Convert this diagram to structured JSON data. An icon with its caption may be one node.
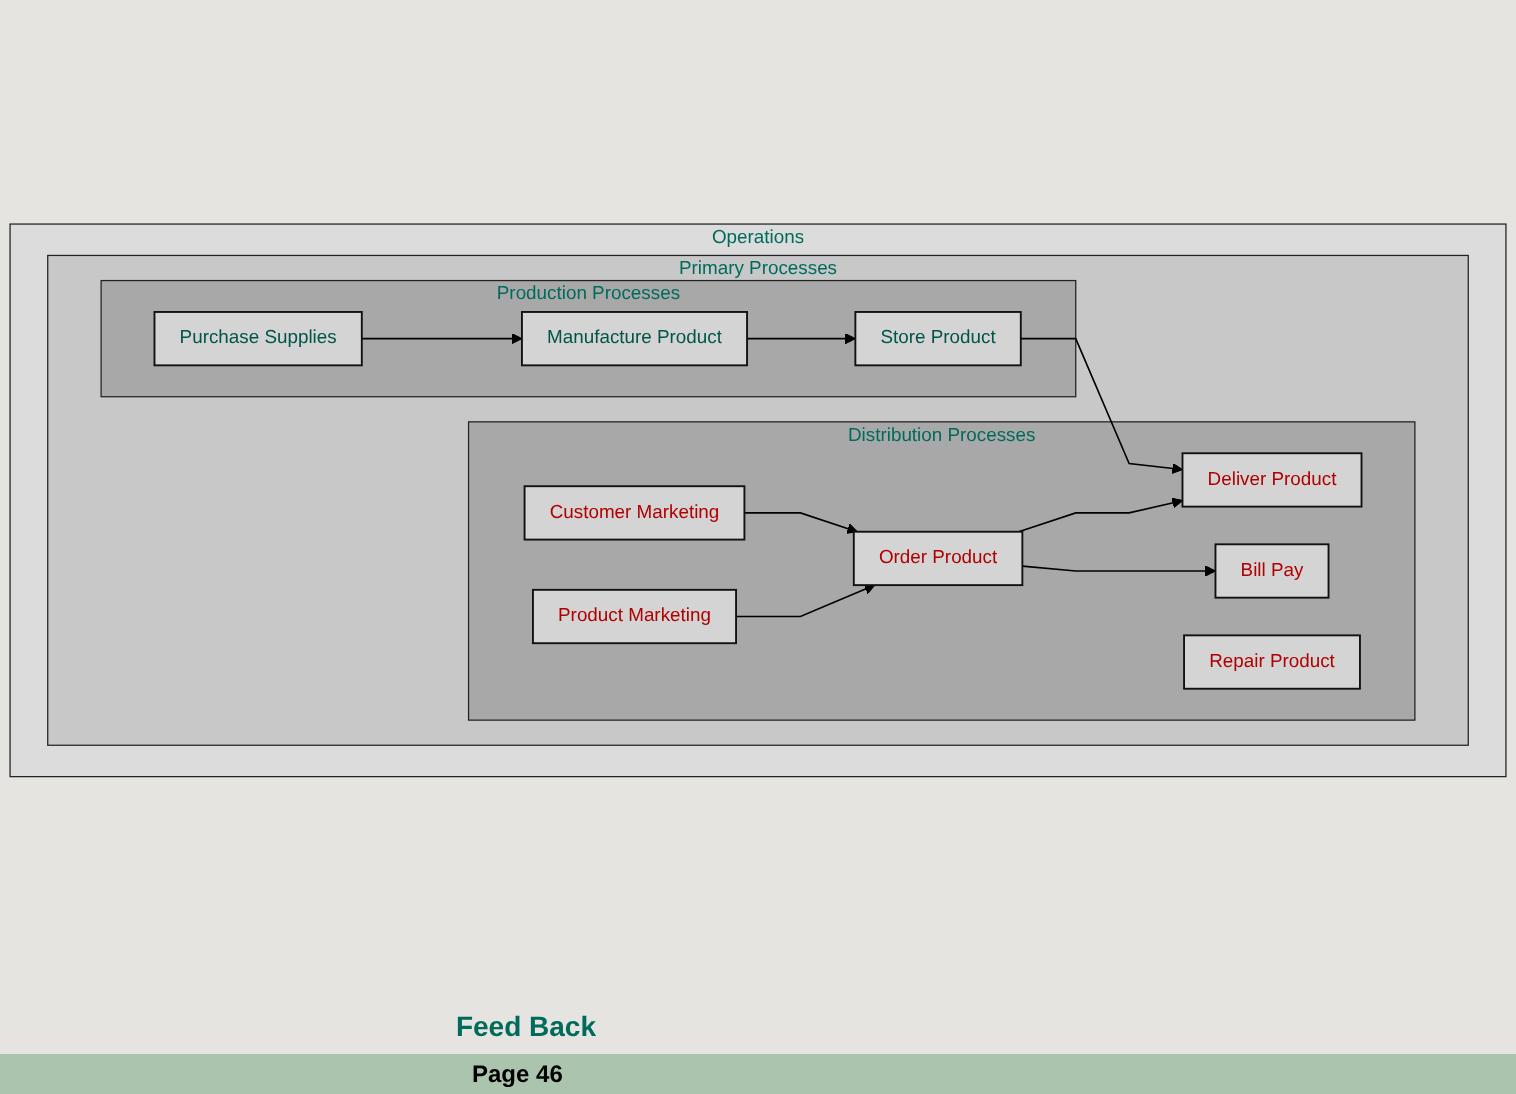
{
  "diagram": {
    "nodes": [
      {
        "text": [
          "Operations"
        ]
      },
      {
        "text": [
          "Primary Processes"
        ],
        "in": 0
      },
      {
        "text": [
          "Production Processes"
        ],
        "in": 1
      },
      {
        "text": [
          "Purchase Supplies"
        ],
        "in": 2
      },
      {
        "text": [
          "Manufacture Product"
        ],
        "in": 2
      },
      {
        "text": [
          "Store Product"
        ],
        "in": 2
      },
      {
        "text": [
          "Distribution Processes"
        ],
        "in": 1
      },
      {
        "text": [
          "Customer Marketing"
        ],
        "in": 6
      },
      {
        "text": [
          "Order Product"
        ],
        "in": 6
      },
      {
        "text": [
          "Deliver Product"
        ],
        "in": 6
      },
      {
        "text": [
          "Repair Product"
        ],
        "in": 6
      },
      {
        "text": [
          "Product Marketing"
        ],
        "in": 6
      },
      {
        "text": [
          "Bill Pay"
        ],
        "in": 6
      }
    ],
    "edges": [
      {
        "from": 3,
        "to": 4,
        "arrow": "to"
      },
      {
        "from": 4,
        "to": 5,
        "arrow": "to"
      },
      {
        "from": 5,
        "to": 9,
        "arrow": "to"
      },
      {
        "from": 7,
        "to": 8,
        "arrow": "to"
      },
      {
        "from": 11,
        "to": 8,
        "arrow": "to"
      },
      {
        "from": 8,
        "to": 9,
        "arrow": "to"
      },
      {
        "from": 8,
        "to": 12,
        "arrow": "to"
      }
    ],
    "labels": [
      "Feed Back",
      "Page 46"
    ]
  }
}
